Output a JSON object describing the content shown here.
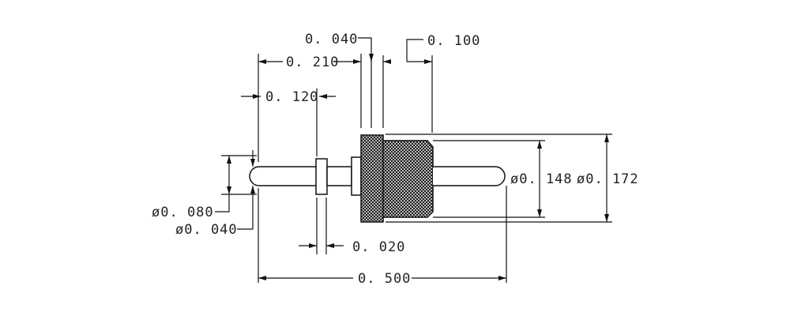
{
  "drawing": {
    "dimensions": {
      "d_040_length": "0. 040",
      "d_100_length": "0. 100",
      "d_210_length": "0. 210",
      "d_120_length": "0. 120",
      "d_020_length": "0. 020",
      "d_500_length": "0. 500",
      "dia_148": "ø0. 148",
      "dia_172": "ø0. 172",
      "dia_080": "ø0. 080",
      "dia_040": "ø0. 040"
    }
  }
}
